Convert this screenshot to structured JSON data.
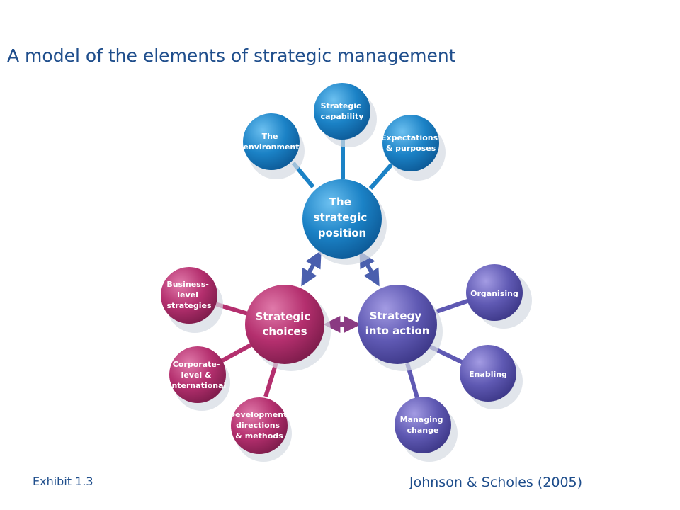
{
  "title": "A model of the elements of strategic management",
  "exhibit": "Exhibit 1.3",
  "citation": "Johnson & Scholes (2005)",
  "colors": {
    "position": "#1b82c6",
    "choices": "#b42f6e",
    "action": "#5f59b3",
    "text": "#1f4e8c"
  },
  "hubs": {
    "position": [
      "The",
      "strategic",
      "position"
    ],
    "choices": [
      "Strategic",
      "choices"
    ],
    "action": [
      "Strategy",
      "into action"
    ]
  },
  "satellites": {
    "environment": [
      "The",
      "environment"
    ],
    "capability": [
      "Strategic",
      "capability"
    ],
    "expectations": [
      "Expectations",
      "& purposes"
    ],
    "business": [
      "Business-",
      "level",
      "strategies"
    ],
    "corporate": [
      "Corporate-",
      "level &",
      "international"
    ],
    "development": [
      "Development",
      "directions",
      "& methods"
    ],
    "organising": [
      "Organising"
    ],
    "enabling": [
      "Enabling"
    ],
    "managing": [
      "Managing",
      "change"
    ]
  }
}
